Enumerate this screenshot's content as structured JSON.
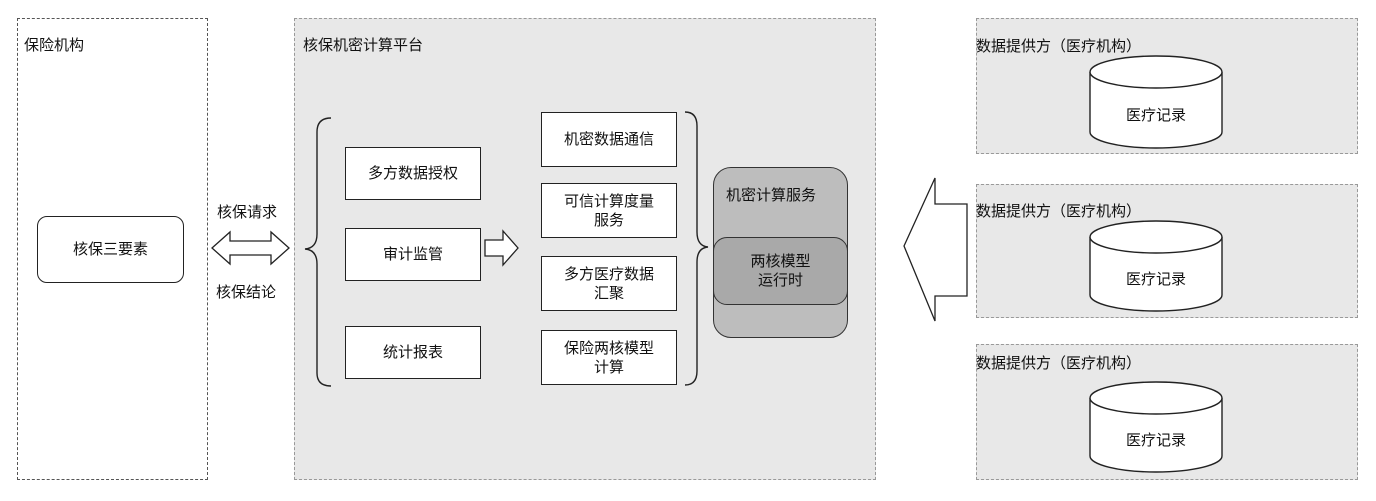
{
  "insurer": {
    "title": "保险机构",
    "element": "核保三要素"
  },
  "arrows": {
    "request": "核保请求",
    "conclusion": "核保结论"
  },
  "platform": {
    "title": "核保机密计算平台",
    "left_items": [
      "多方数据授权",
      "审计监管",
      "统计报表"
    ],
    "right_items": [
      "机密数据通信",
      "可信计算度量\n服务",
      "多方医疗数据\n汇聚",
      "保险两核模型\n计算"
    ],
    "service_title": "机密计算服务",
    "runtime": "两核模型\n运行时"
  },
  "providers": [
    {
      "title": "数据提供方（医疗机构）",
      "record": "医疗记录"
    },
    {
      "title": "数据提供方（医疗机构）",
      "record": "医疗记录"
    },
    {
      "title": "数据提供方（医疗机构）",
      "record": "医疗记录"
    }
  ]
}
